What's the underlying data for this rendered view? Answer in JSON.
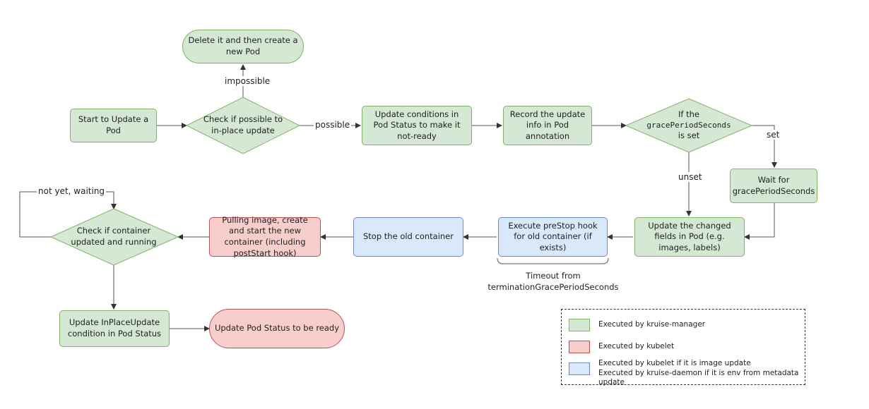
{
  "nodes": {
    "start": "Start to Update a Pod",
    "check_inplace": "Check if possible to in-place update",
    "delete_recreate": "Delete it and then create a new Pod",
    "update_conditions": "Update conditions in Pod Status to make it not-ready",
    "record_info": "Record the update info in Pod annotation",
    "grace_check_pre": "If the",
    "grace_check_code": "gracePeriodSeconds",
    "grace_check_post": "is set",
    "wait_grace": "Wait for gracePeriodSeconds",
    "update_fields": "Update the changed fields in Pod (e.g. images, labels)",
    "prestop": "Execute preStop hook for old container (if exists)",
    "stop_old": "Stop the old container",
    "pull_image": "Pulling image, create and start the new container (including postStart hook)",
    "check_container": "Check if container updated and running",
    "update_condition": "Update InPlaceUpdate condition in Pod Status",
    "pod_ready": "Update Pod Status to be ready"
  },
  "edge_labels": {
    "impossible": "impossible",
    "possible": "possible",
    "set": "set",
    "unset": "unset",
    "not_yet": "not yet, waiting"
  },
  "timeout_note": {
    "line1": "Timeout from",
    "line2": "terminationGracePeriodSeconds"
  },
  "legend": {
    "manager": "Executed by kruise-manager",
    "kubelet": "Executed by kubelet",
    "daemon_line1": "Executed by kubelet if it is image update",
    "daemon_line2": "Executed by kruise-daemon if it is env from metadata update"
  },
  "colors": {
    "manager_fill": "#d5e8d4",
    "manager_stroke": "#82b366",
    "kubelet_fill": "#f8cecc",
    "kubelet_stroke": "#b85450",
    "daemon_fill": "#dae8fc",
    "daemon_stroke": "#6c8ebf",
    "line": "#555555"
  }
}
